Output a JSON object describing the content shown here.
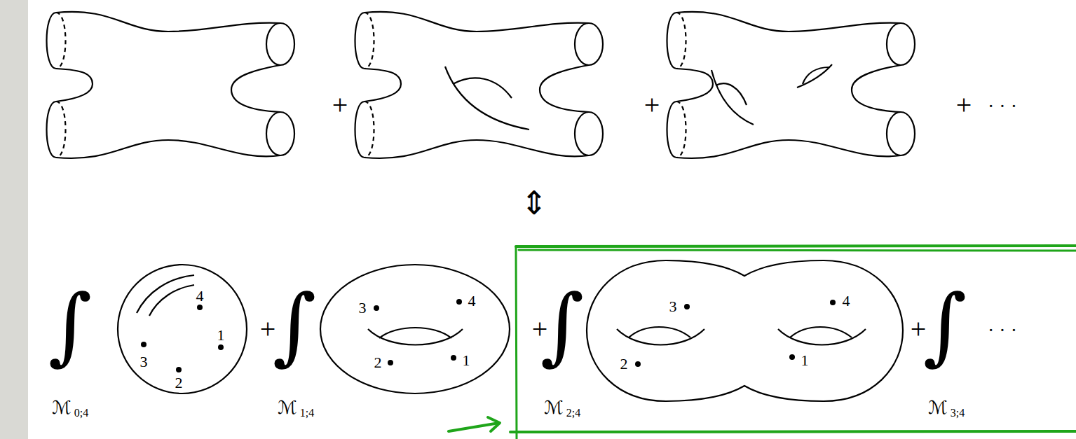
{
  "diagram": {
    "nodes": [
      {
        "text": [
          "4",
          "1",
          "3",
          "2"
        ]
      },
      {
        "text": [
          "3",
          "4",
          "2",
          "1"
        ]
      },
      {
        "text": [
          "3",
          "4",
          "2",
          "1"
        ]
      }
    ],
    "labels": [
      "+",
      "+",
      "+",
      "· · ·",
      "⇕",
      "∫",
      "ℳ",
      "0;4",
      "+",
      "∫",
      "ℳ",
      "1;4",
      "+",
      "∫",
      "ℳ",
      "2;4",
      "+",
      "∫",
      "ℳ",
      "3;4",
      "· · ·"
    ]
  }
}
